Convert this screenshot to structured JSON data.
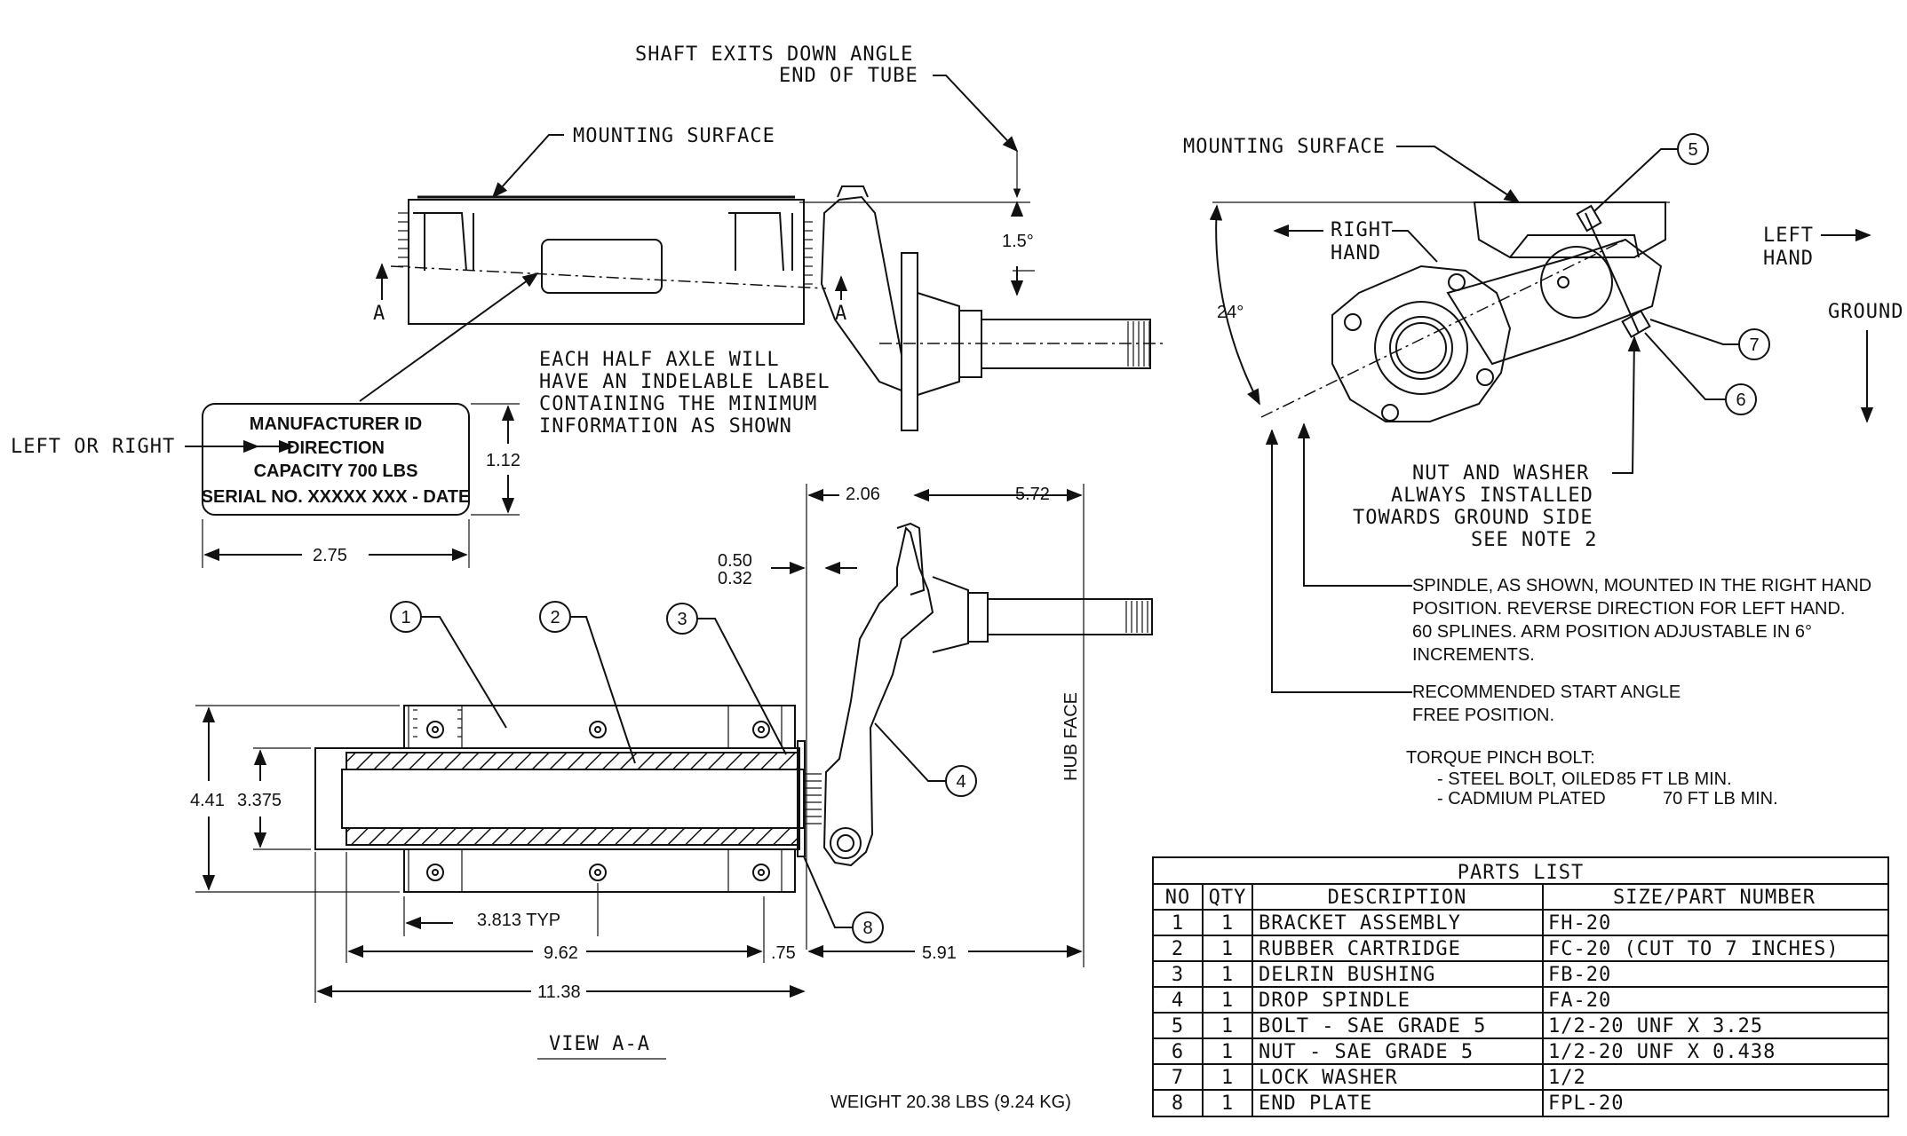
{
  "notes": {
    "shaft_exit_1": "SHAFT EXITS DOWN ANGLE",
    "shaft_exit_2": "END OF TUBE",
    "mounting_surface_left": "MOUNTING SURFACE",
    "mounting_surface_right": "MOUNTING SURFACE",
    "angle_15": "1.5°",
    "section_a": "A",
    "label_note_1": "EACH HALF AXLE WILL",
    "label_note_2": "HAVE AN INDELABLE LABEL",
    "label_note_3": "CONTAINING THE MINIMUM",
    "label_note_4": "INFORMATION AS SHOWN",
    "left_or_right": "LEFT OR RIGHT",
    "right_hand_1": "RIGHT",
    "right_hand_2": "HAND",
    "left_hand_1": "LEFT",
    "left_hand_2": "HAND",
    "ground": "GROUND",
    "angle_24": "24°",
    "nut_note_1": "NUT AND WASHER",
    "nut_note_2": "ALWAYS INSTALLED",
    "nut_note_3": "TOWARDS GROUND SIDE",
    "nut_note_4": "SEE NOTE 2",
    "spindle_note_1": "SPINDLE, AS SHOWN, MOUNTED IN THE RIGHT HAND",
    "spindle_note_2": "POSITION. REVERSE DIRECTION FOR LEFT HAND.",
    "spindle_note_3": "60 SPLINES. ARM POSITION ADJUSTABLE IN 6°",
    "spindle_note_4": "INCREMENTS.",
    "start_angle_1": "RECOMMENDED START ANGLE",
    "start_angle_2": "FREE POSITION.",
    "torque_title": "TORQUE PINCH BOLT:",
    "torque_steel": "- STEEL BOLT, OILED",
    "torque_steel_value": "85 FT LB MIN.",
    "torque_cadmium": "- CADMIUM PLATED",
    "torque_cadmium_value": "70 FT LB MIN.",
    "hub_face": "HUB FACE",
    "view_aa": "VIEW A-A",
    "weight": "WEIGHT 20.38 LBS (9.24 KG)"
  },
  "label_plate": {
    "line1": "MANUFACTURER ID",
    "line2": "DIRECTION",
    "line3": "CAPACITY 700 LBS",
    "line4": "SERIAL NO. XXXXX XXX - DATE"
  },
  "dimensions": {
    "plate_height": "1.12",
    "plate_width": "2.75",
    "d206": "2.06",
    "d572": "5.72",
    "d050": "0.50",
    "d032": "0.32",
    "d441": "4.41",
    "d3375": "3.375",
    "d3813": "3.813 TYP",
    "d962": "9.62",
    "d075": ".75",
    "d591": "5.91",
    "d1138": "11.38"
  },
  "balloons": [
    "1",
    "2",
    "3",
    "4",
    "5",
    "6",
    "7",
    "8"
  ],
  "parts_list": {
    "title": "PARTS LIST",
    "headers": [
      "NO",
      "QTY",
      "DESCRIPTION",
      "SIZE/PART NUMBER"
    ],
    "rows": [
      [
        "1",
        "1",
        "BRACKET ASSEMBLY",
        "FH-20"
      ],
      [
        "2",
        "1",
        "RUBBER CARTRIDGE",
        "FC-20 (CUT TO 7 INCHES)"
      ],
      [
        "3",
        "1",
        "DELRIN BUSHING",
        "FB-20"
      ],
      [
        "4",
        "1",
        "DROP SPINDLE",
        "FA-20"
      ],
      [
        "5",
        "1",
        "BOLT - SAE GRADE 5",
        "1/2-20 UNF X 3.25"
      ],
      [
        "6",
        "1",
        "NUT - SAE GRADE 5",
        "1/2-20 UNF X 0.438"
      ],
      [
        "7",
        "1",
        "LOCK WASHER",
        "1/2"
      ],
      [
        "8",
        "1",
        "END PLATE",
        "FPL-20"
      ]
    ]
  }
}
